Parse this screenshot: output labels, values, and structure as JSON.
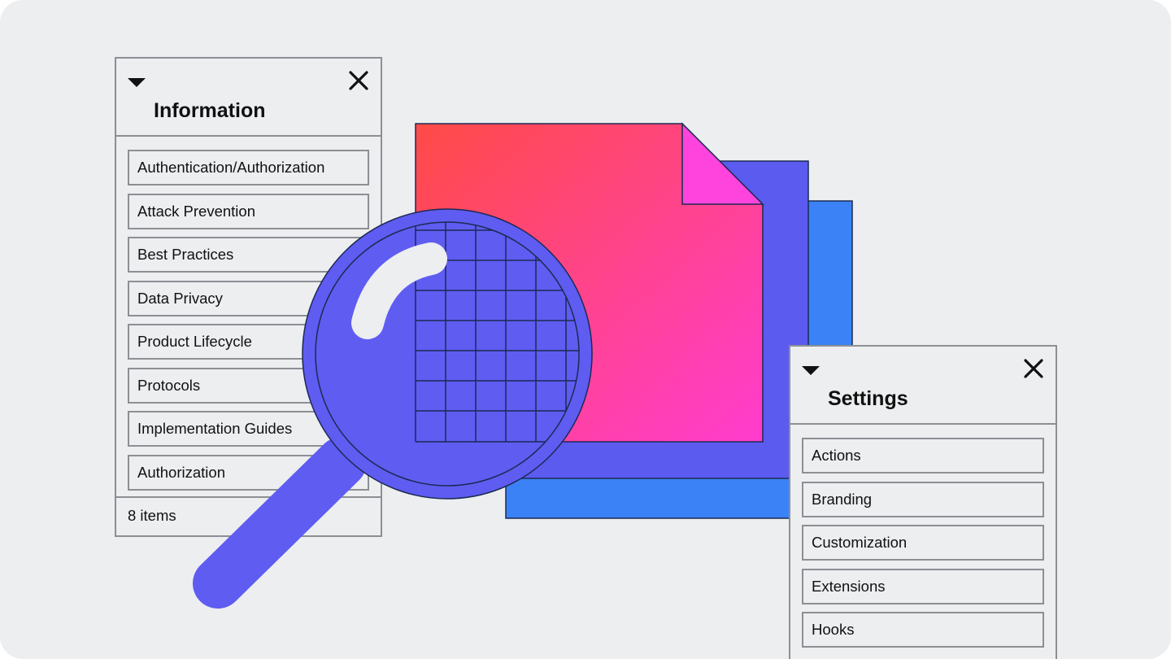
{
  "colors": {
    "background": "#eceef0",
    "panel_border": "#8c8f93",
    "doc_blue": "#3b82f6",
    "doc_violet": "#5b5bf0",
    "doc_gradient_start": "#ff4b47",
    "doc_gradient_end": "#ff3ccf",
    "doc_fold": "#ff44dd",
    "magnifier": "#5f5cf2",
    "highlight": "#eceef0"
  },
  "info_panel": {
    "title": "Information",
    "collapse_icon": "caret-down-icon",
    "close_icon": "close-icon",
    "items": [
      "Authentication/Authorization",
      "Attack Prevention",
      "Best Practices",
      "Data Privacy",
      "Product Lifecycle",
      "Protocols",
      "Implementation Guides",
      "Authorization"
    ],
    "footer": "8 items"
  },
  "settings_panel": {
    "title": "Settings",
    "collapse_icon": "caret-down-icon",
    "close_icon": "close-icon",
    "items": [
      "Actions",
      "Branding",
      "Customization",
      "Extensions",
      "Hooks"
    ]
  },
  "illustration": {
    "icons": [
      "document-stack-icon",
      "magnifying-glass-icon"
    ]
  }
}
